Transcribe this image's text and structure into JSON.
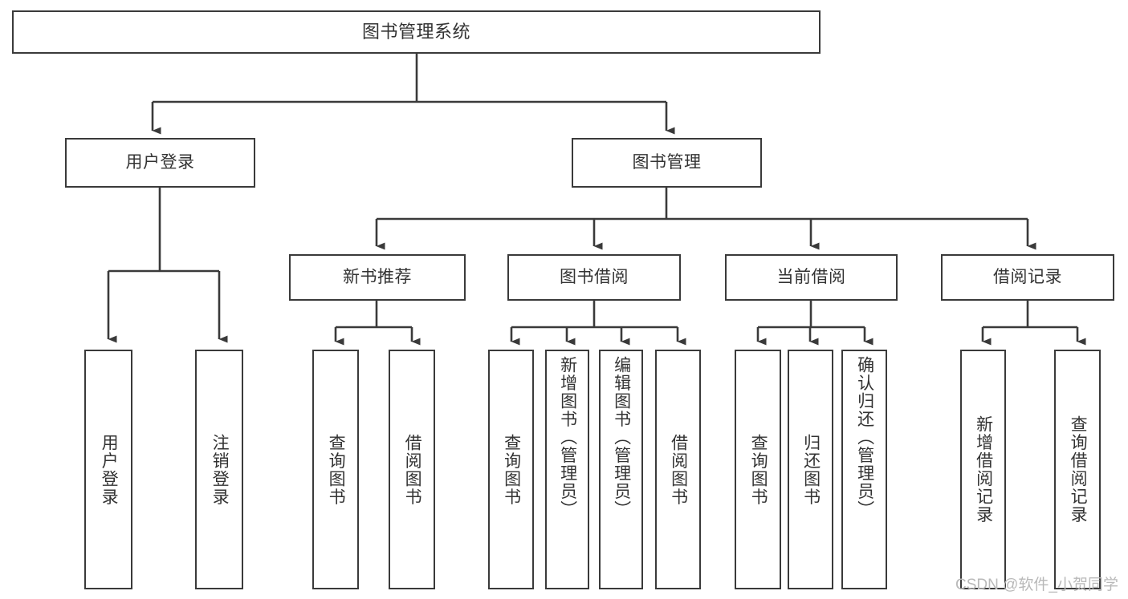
{
  "diagram": {
    "title": "图书管理系统",
    "watermark": "CSDN @软件_小贺同学",
    "stroke_color": "#3a3a3a",
    "text_color": "#333333",
    "background_color": "#ffffff",
    "watermark_color": "#b9b9b9",
    "levels": {
      "root": {
        "label": "图书管理系统"
      },
      "level2": [
        {
          "label": "用户登录"
        },
        {
          "label": "图书管理"
        }
      ],
      "level3": [
        {
          "label": "新书推荐"
        },
        {
          "label": "图书借阅"
        },
        {
          "label": "当前借阅"
        },
        {
          "label": "借阅记录"
        }
      ],
      "leaves": {
        "user_login": [
          {
            "label": "用户登录"
          },
          {
            "label": "注销登录"
          }
        ],
        "new_book": [
          {
            "label": "查询图书"
          },
          {
            "label": "借阅图书"
          }
        ],
        "book_borrow": [
          {
            "label": "查询图书"
          },
          {
            "label": "新增图书（管理员）"
          },
          {
            "label": "编辑图书（管理员）"
          },
          {
            "label": "借阅图书"
          }
        ],
        "current_borrow": [
          {
            "label": "查询图书"
          },
          {
            "label": "归还图书"
          },
          {
            "label": "确认归还（管理员）"
          }
        ],
        "borrow_record": [
          {
            "label": "新增借阅记录"
          },
          {
            "label": "查询借阅记录"
          }
        ]
      }
    }
  }
}
